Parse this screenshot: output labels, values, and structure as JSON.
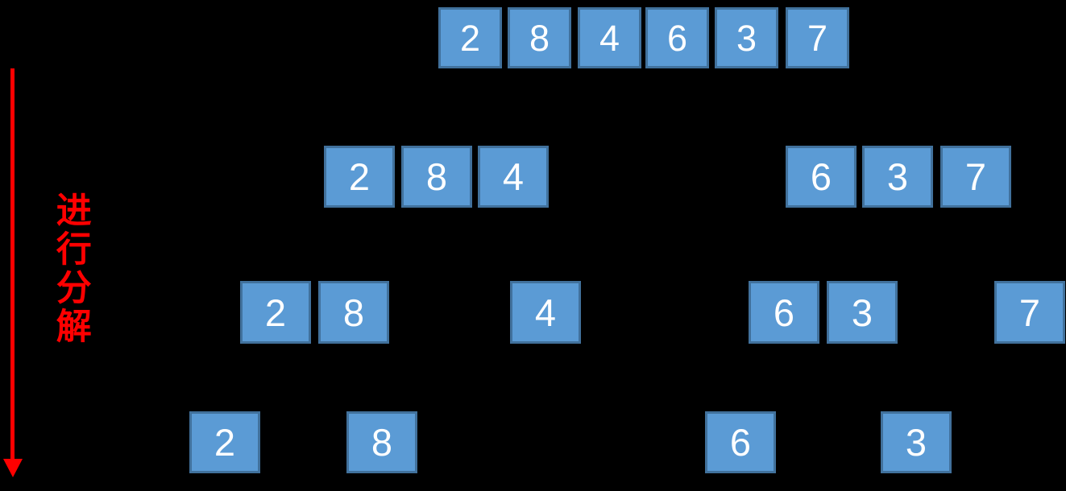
{
  "diagram": {
    "kind": "merge-sort-decomposition",
    "annotation": {
      "label": "进行分解",
      "arrow_direction": "down"
    },
    "levels": [
      {
        "name": "level-0-original",
        "values": [
          "2",
          "8",
          "4",
          "6",
          "3",
          "7"
        ]
      },
      {
        "name": "level-1-halves",
        "values": [
          "2",
          "8",
          "4",
          "6",
          "3",
          "7"
        ]
      },
      {
        "name": "level-2-split",
        "values": [
          "2",
          "8",
          "4",
          "6",
          "3",
          "7"
        ]
      },
      {
        "name": "level-3-singles",
        "values": [
          "2",
          "8",
          "6",
          "3"
        ]
      }
    ]
  },
  "colors": {
    "background": "#000000",
    "box_fill": "#5B9BD5",
    "box_border": "#41719C",
    "box_text": "#FFFFFF",
    "accent": "#FF0000"
  }
}
